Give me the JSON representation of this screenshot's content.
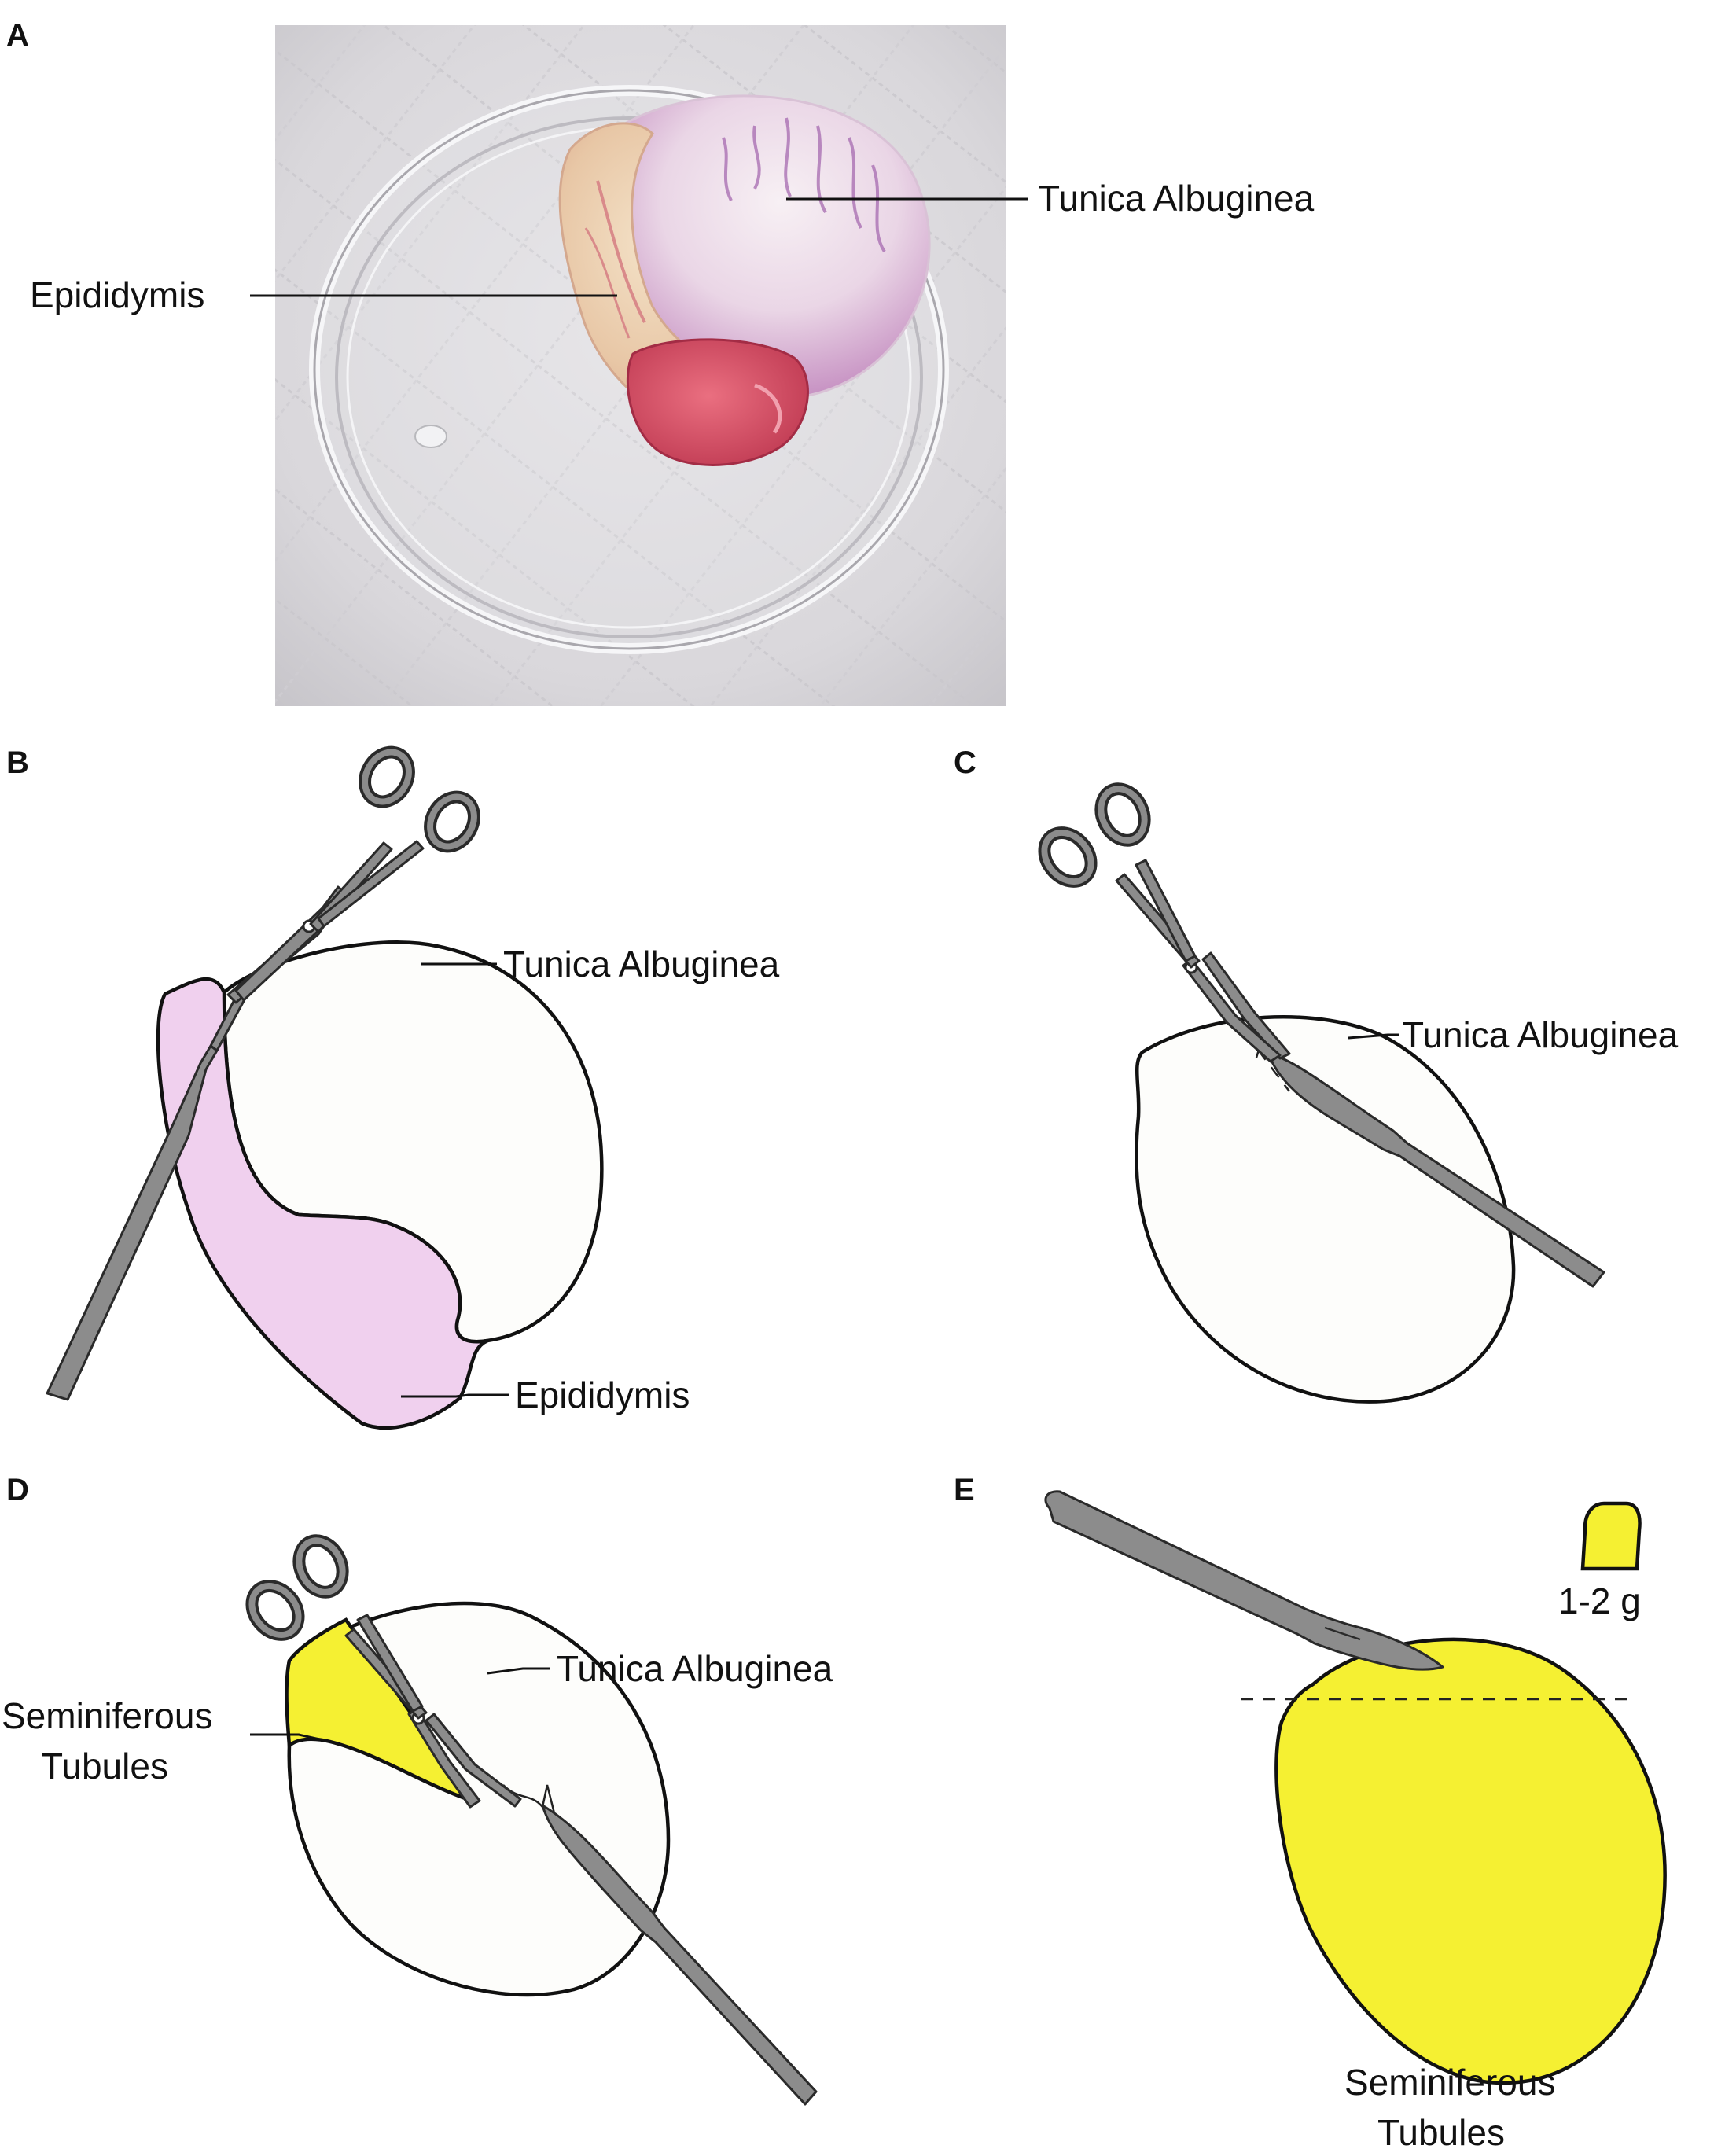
{
  "panels": {
    "a": {
      "letter": "A",
      "photo_label_tunica": "Tunica Albuginea",
      "photo_label_epididymis": "Epididymis"
    },
    "b": {
      "letter": "B",
      "label_tunica": "Tunica Albuginea",
      "label_epididymis": "Epididymis",
      "epididymis_color": "#f0d0ee"
    },
    "c": {
      "letter": "C",
      "label_tunica": "Tunica Albuginea"
    },
    "d": {
      "letter": "D",
      "label_tunica": "Tunica Albuginea",
      "label_tubules_line1": "Seminiferous",
      "label_tubules_line2": "Tubules",
      "tubule_color": "#f5f032"
    },
    "e": {
      "letter": "E",
      "label_mass": "1-2 g",
      "label_tubules_line1": "Seminiferous",
      "label_tubules_line2": "Tubules",
      "tubule_color": "#f5f032"
    }
  },
  "colors": {
    "testis_fill": "#fdfdfb",
    "instrument": "#8c8c8c"
  },
  "icons": [
    "surgical-scissors-icon",
    "scalpel-icon"
  ]
}
